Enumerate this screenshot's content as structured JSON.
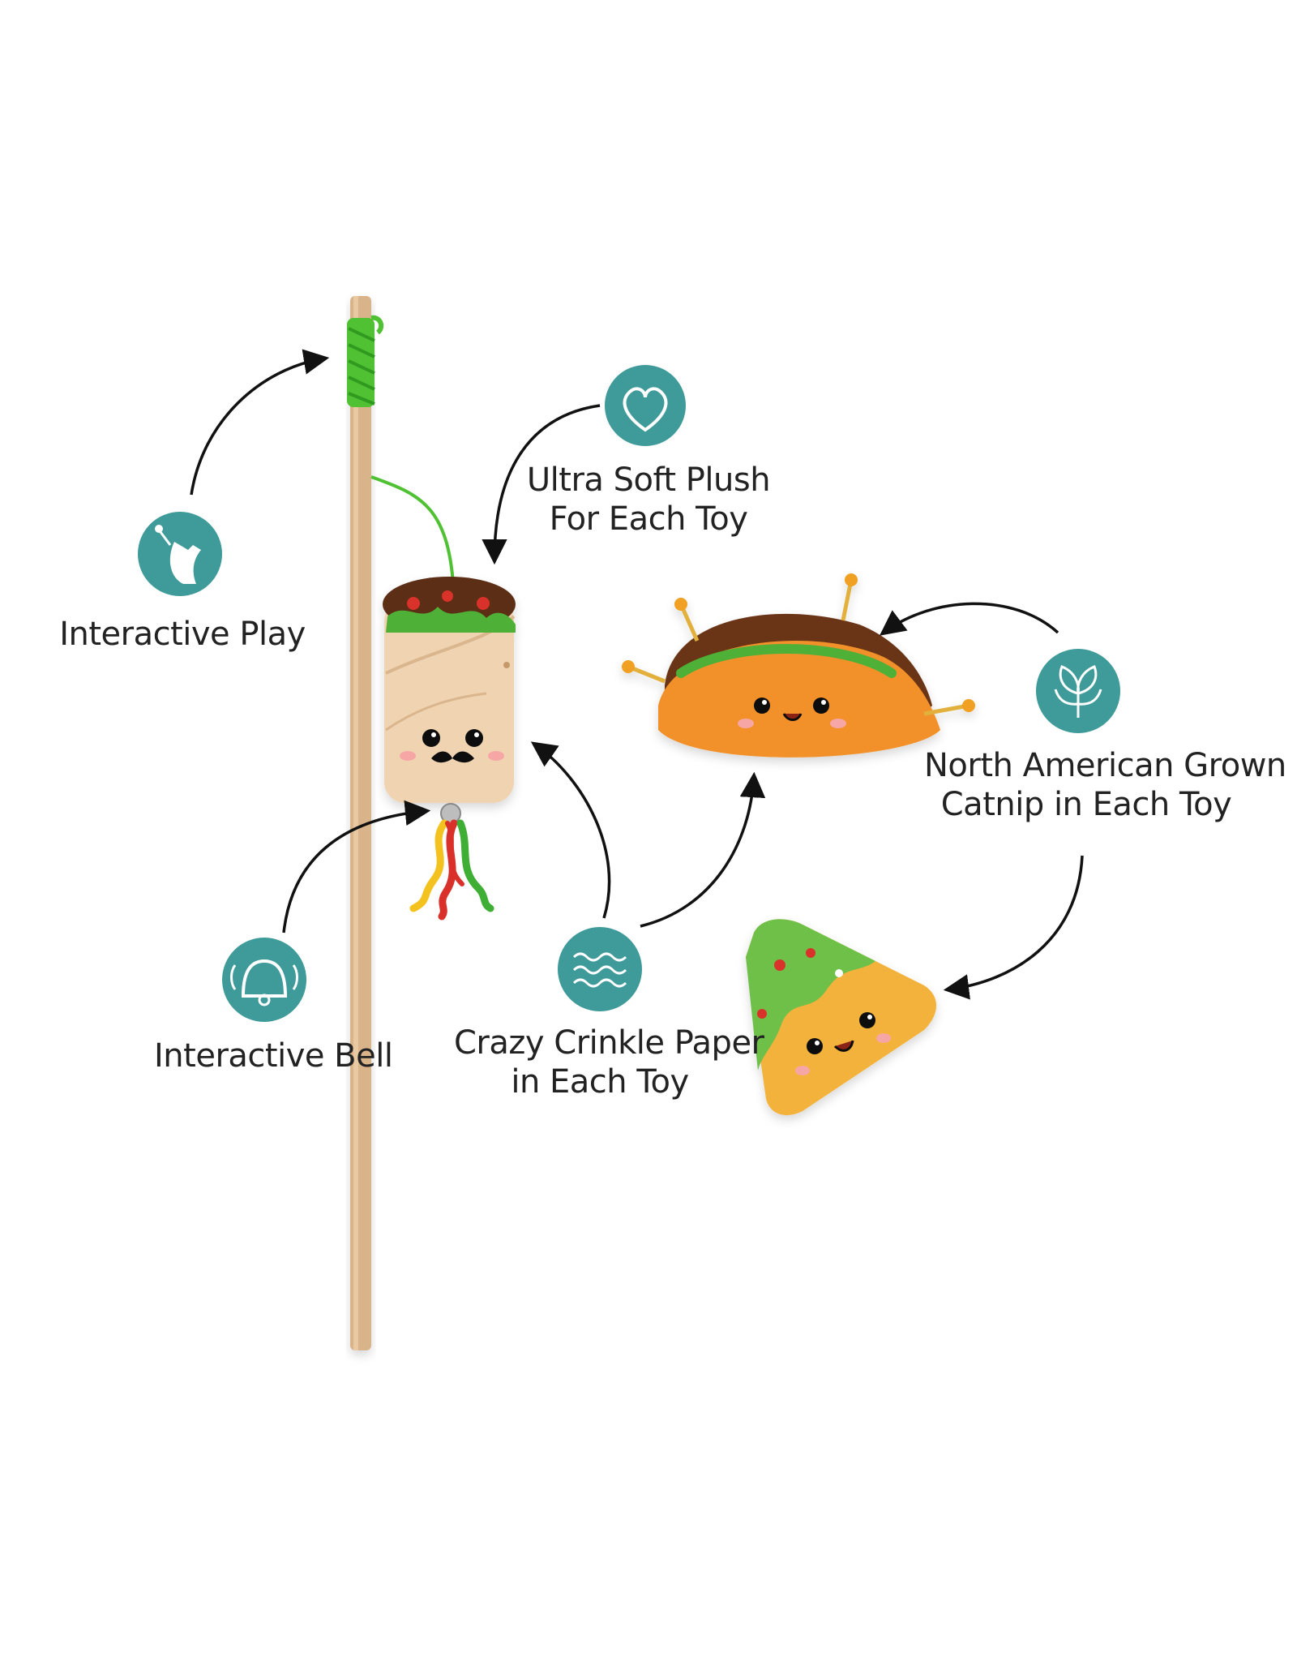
{
  "features": {
    "interactive_play": {
      "line1": "Interactive Play",
      "icon": "cat-toy-icon"
    },
    "plush": {
      "line1": "Ultra Soft Plush",
      "line2": "For Each Toy",
      "icon": "heart-icon"
    },
    "catnip": {
      "line1": "North American Grown",
      "line2": "Catnip in Each Toy",
      "icon": "leaf-sprout-icon"
    },
    "bell": {
      "line1": "Interactive Bell",
      "icon": "bell-icon"
    },
    "crinkle": {
      "line1": "Crazy Crinkle Paper",
      "line2": "in Each Toy",
      "icon": "waves-icon"
    }
  },
  "colors": {
    "icon_circle": "#3f9a9a",
    "stick": "#d9b48a",
    "burrito": "#f0d3b0",
    "taco_shell": "#f2902a",
    "nacho": "#f2b23a",
    "lettuce": "#4fb038"
  }
}
